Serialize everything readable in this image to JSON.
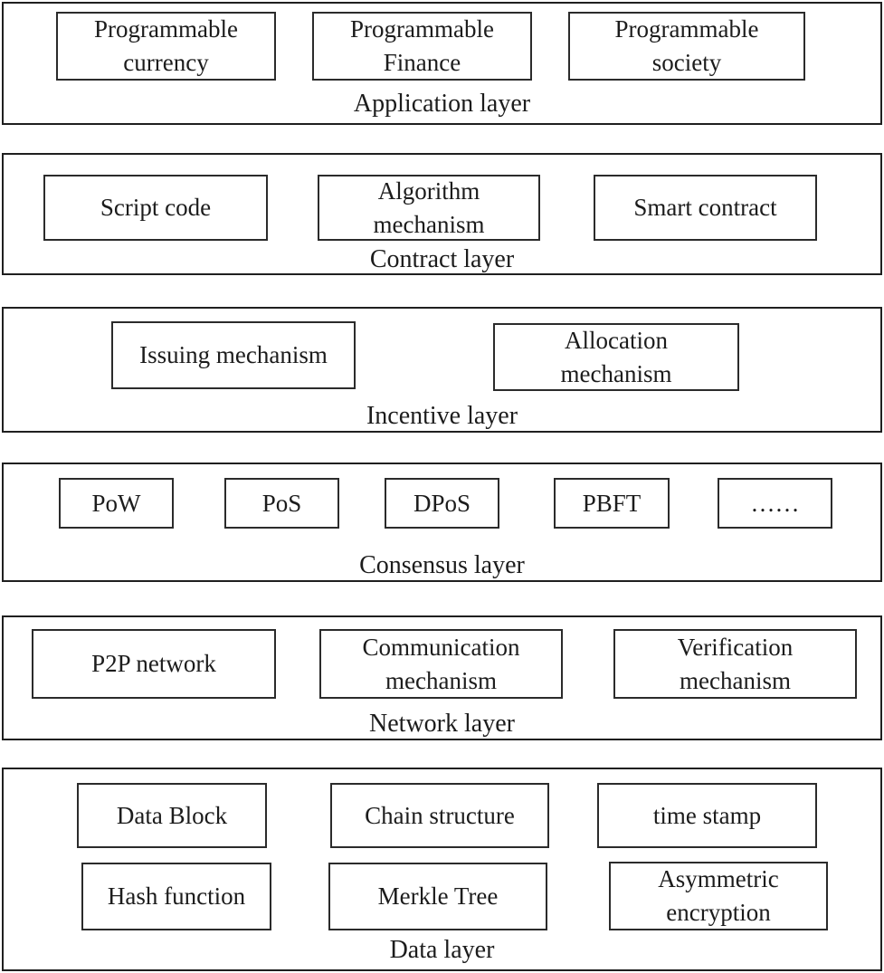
{
  "diagram": {
    "title_implicit": "Blockchain architecture layers",
    "colors": {
      "border": "#1f1f1f",
      "text": "#1c1c1c",
      "background": "#ffffff"
    },
    "layers": [
      {
        "label": "Application layer",
        "boxes": [
          "Programmable\ncurrency",
          "Programmable\nFinance",
          "Programmable\nsociety"
        ]
      },
      {
        "label": "Contract layer",
        "boxes": [
          "Script code",
          "Algorithm\nmechanism",
          "Smart contract"
        ]
      },
      {
        "label": "Incentive layer",
        "boxes": [
          "Issuing mechanism",
          "Allocation\nmechanism"
        ]
      },
      {
        "label": "Consensus layer",
        "boxes": [
          "PoW",
          "PoS",
          "DPoS",
          "PBFT",
          "……"
        ]
      },
      {
        "label": "Network layer",
        "boxes": [
          "P2P network",
          "Communication\nmechanism",
          "Verification\nmechanism"
        ]
      },
      {
        "label": "Data layer",
        "boxes": [
          "Data Block",
          "Chain structure",
          "time stamp",
          "Hash function",
          "Merkle Tree",
          "Asymmetric\nencryption"
        ]
      }
    ]
  }
}
